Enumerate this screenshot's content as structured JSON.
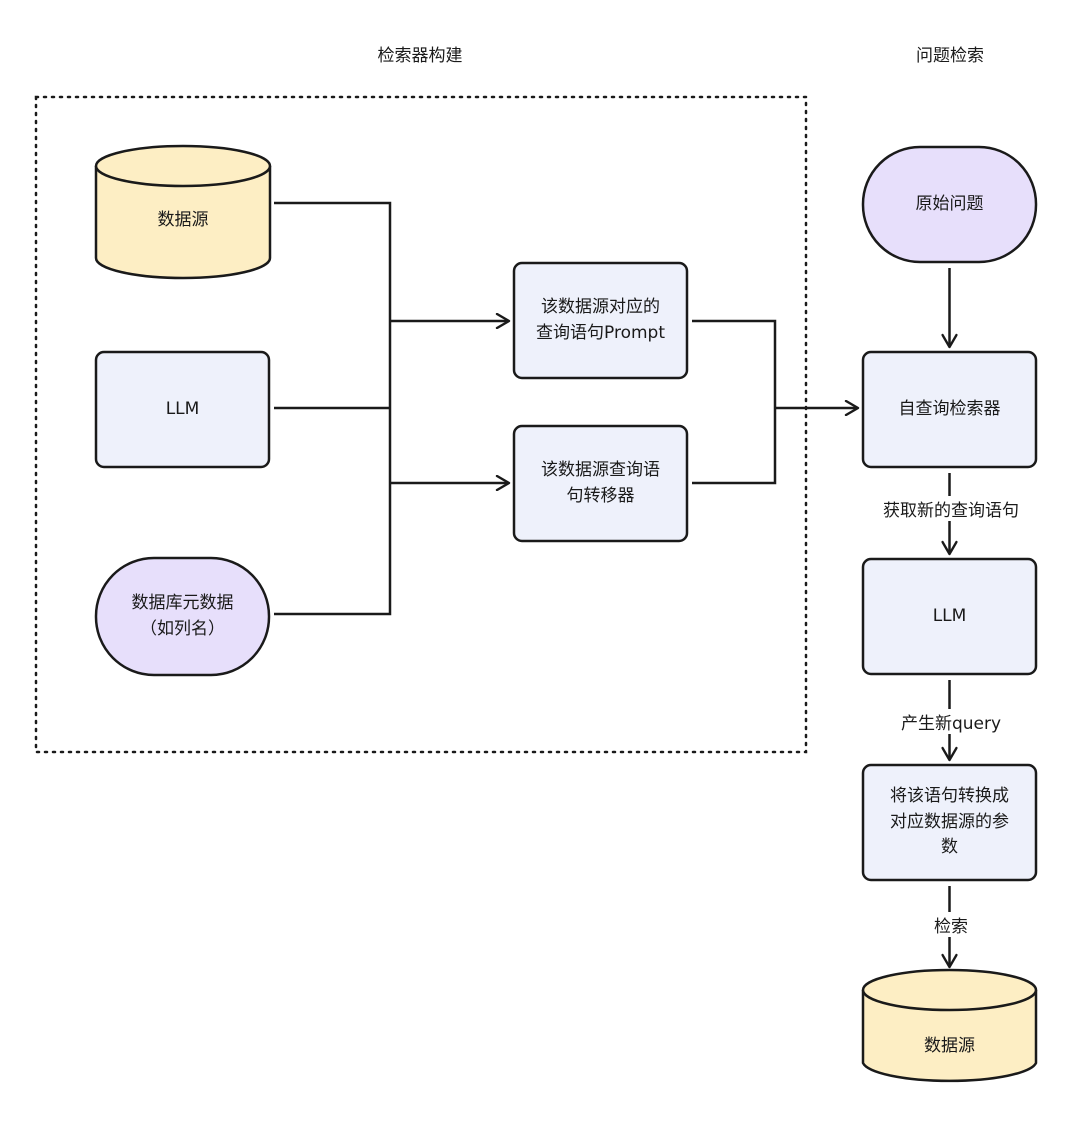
{
  "sections": {
    "build_title": "检索器构建",
    "query_title": "问题检索"
  },
  "nodes": {
    "datasource_left": "数据源",
    "llm_left": "LLM",
    "metadata": "数据库元数据\n（如列名）",
    "prompt": "该数据源对应的\n查询语句Prompt",
    "translator": "该数据源查询语\n句转移器",
    "original_question": "原始问题",
    "self_query_retriever": "自查询检索器",
    "llm_right": "LLM",
    "convert": "将该语句转换成\n对应数据源的参\n数",
    "datasource_right": "数据源"
  },
  "edge_labels": {
    "get_new_statement": "获取新的查询语句",
    "produce_new_query": "产生新query",
    "retrieve": "检索"
  },
  "colors": {
    "cylinder_fill": "#fdeec4",
    "box_fill": "#eef1fb",
    "terminal_fill": "#e7dffb",
    "stroke": "#1a1a1a",
    "background": "#ffffff"
  }
}
